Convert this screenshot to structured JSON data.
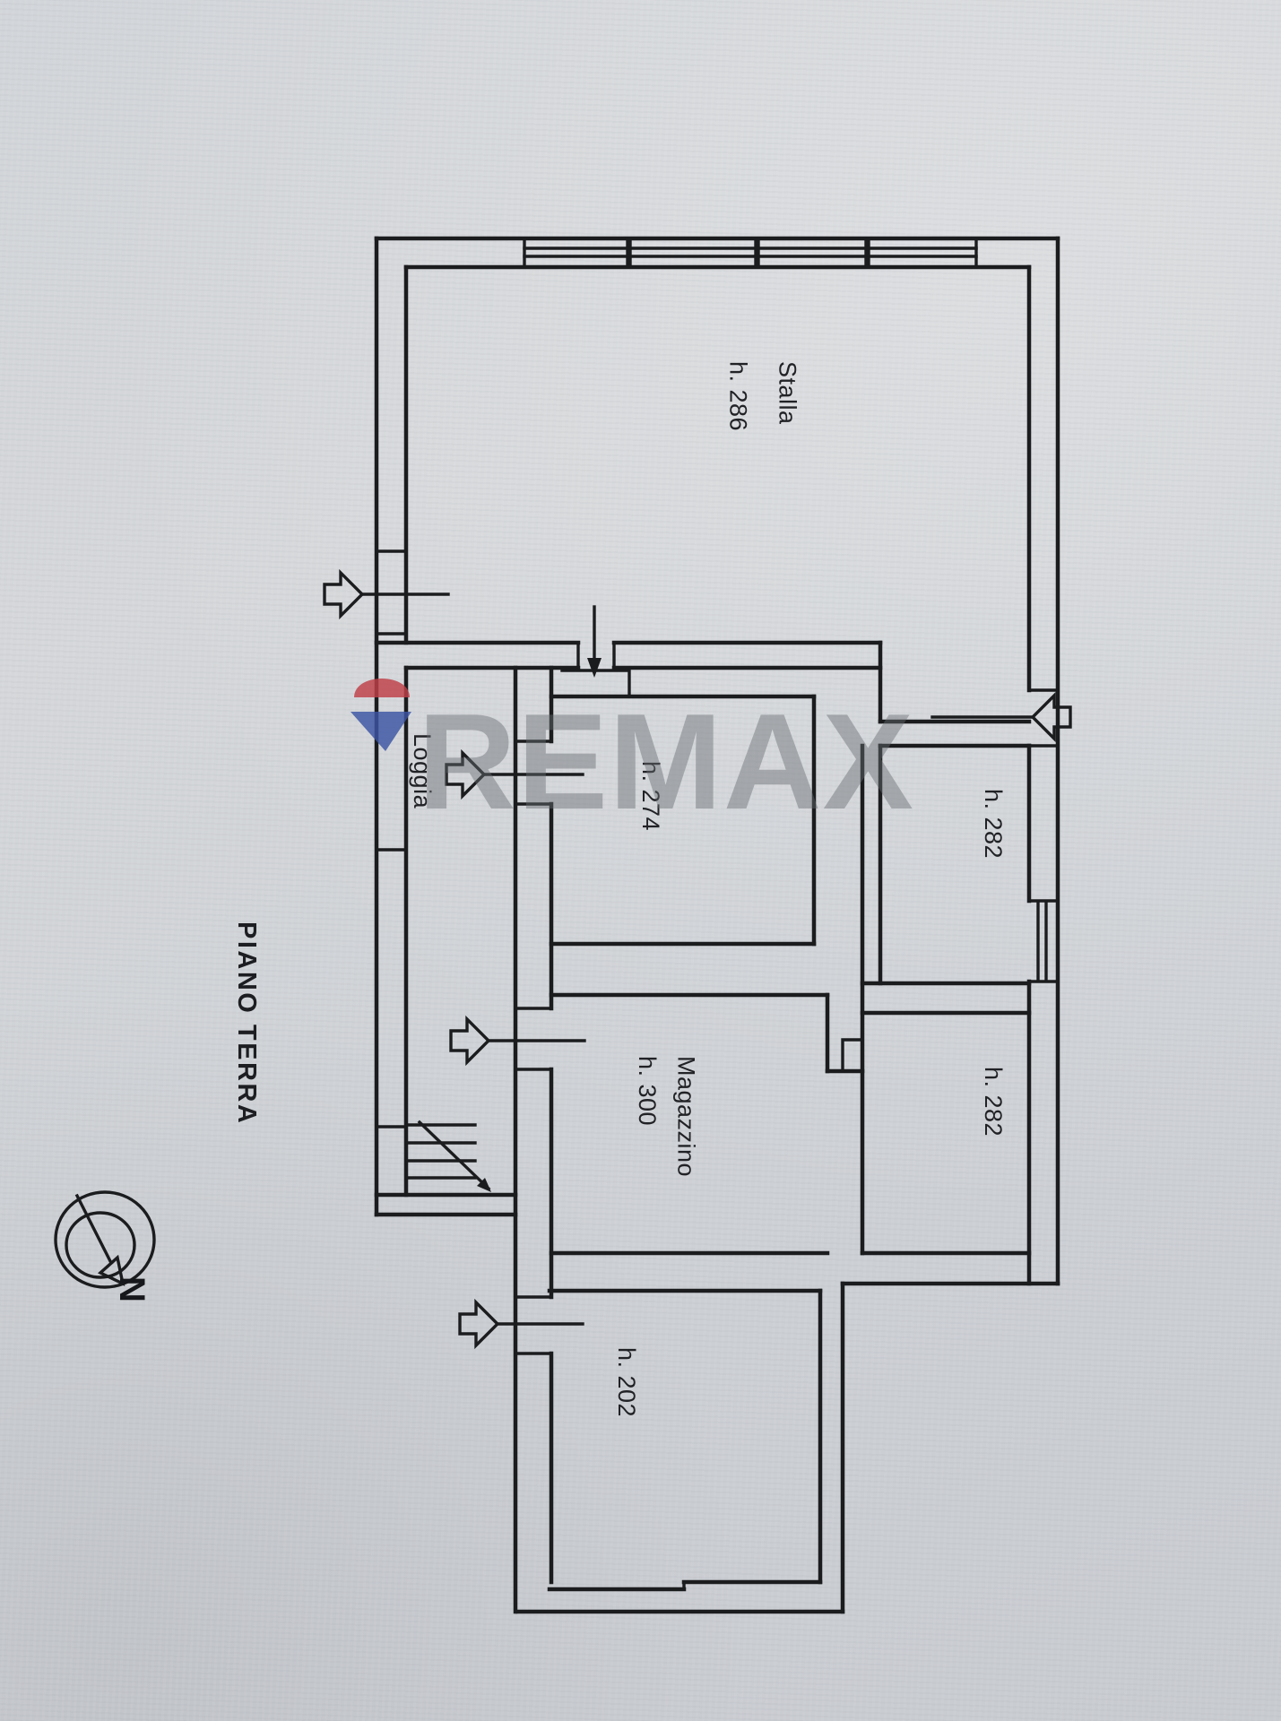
{
  "title": {
    "text": "PIANO TERRA"
  },
  "rooms": [
    {
      "name": "Stalla",
      "height": "h. 286"
    },
    {
      "name": "Loggia",
      "height": ""
    },
    {
      "name": "",
      "height": "h. 274"
    },
    {
      "name": "",
      "height": "h. 282"
    },
    {
      "name": "Magazzino",
      "height": "h. 300"
    },
    {
      "name": "",
      "height": "h. 282"
    },
    {
      "name": "",
      "height": "h. 202"
    }
  ],
  "compass": {
    "north_label": "N"
  },
  "watermark": {
    "text": "REMAX",
    "text_color": "#686c72",
    "balloon_red": "#c04048",
    "balloon_blue": "#3c55a4"
  },
  "icons": {
    "door_arrows": [
      "door-arrow-stalla-left-icon",
      "door-arrow-loggia-icon",
      "door-arrow-magazzino-icon",
      "door-arrow-room202-icon",
      "door-arrow-right-entrance-icon",
      "entry-arrow-down-icon"
    ],
    "other": [
      "stairs-up-arrow-icon",
      "compass-rose-icon"
    ]
  }
}
